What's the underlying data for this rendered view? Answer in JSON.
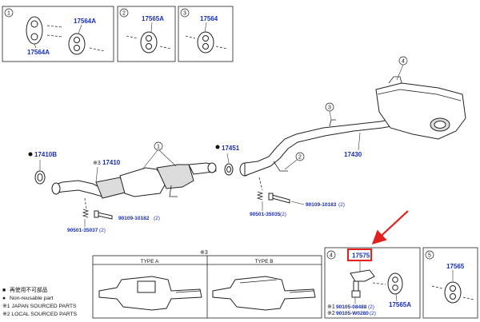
{
  "callouts": {
    "c1": "①",
    "c2": "②",
    "c3": "③",
    "c4": "④",
    "c5": "⑤",
    "c1b": "1"
  },
  "box1": {
    "part_a": "17564A",
    "part_b": "17564A"
  },
  "box2": {
    "part": "17565A"
  },
  "box3": {
    "part": "17564"
  },
  "main": {
    "p17410b": "17410B",
    "p17410": "17410",
    "p17410_note": "※3",
    "p17451": "17451",
    "p17430": "17430",
    "p90109_a": "90109-10182",
    "p90109_a_qty": "(2)",
    "p90501_a": "90501-35037",
    "p90501_a_qty": "(2)",
    "p90109_b": "90109-10183",
    "p90109_b_qty": "(2)",
    "p90501_b": "90501-35035",
    "p90501_b_qty": "(2)",
    "callout_4": "4",
    "callout_2": "2",
    "callout_1": "1"
  },
  "box4": {
    "part_main": "17575",
    "part_hanger": "17565A",
    "p1": "90105-08488",
    "p1_prefix": "※1",
    "p1_qty": "(2)",
    "p2": "90105-W0280",
    "p2_prefix": "※2",
    "p2_qty": "(2)"
  },
  "box5": {
    "part": "17565"
  },
  "types": {
    "note": "※3",
    "type_a": "TYPE A",
    "type_b": "TYPE B"
  },
  "legend": {
    "l1_mark": "■",
    "l1": "再使用不可部品",
    "l2_mark": "●",
    "l2": "Non-reusable part",
    "l3": "※1 JAPAN SOURCED PARTS",
    "l4": "※2 LOCAL SOURCED PARTS"
  },
  "colors": {
    "part_number": "#1a2fb5",
    "highlight": "#e3201b",
    "line": "#222222"
  }
}
